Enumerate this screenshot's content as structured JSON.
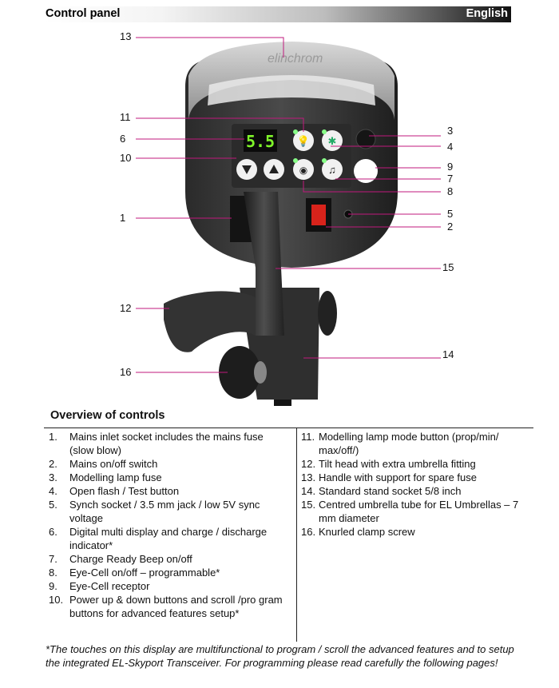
{
  "header": {
    "title": "Control panel",
    "language": "English"
  },
  "display": {
    "digits": "5.5",
    "brand": "elinchrom"
  },
  "callouts": [
    "13",
    "11",
    "6",
    "10",
    "1",
    "12",
    "16",
    "3",
    "4",
    "9",
    "7",
    "8",
    "5",
    "2",
    "15",
    "14"
  ],
  "overview_title": "Overview of controls",
  "left_items": [
    {
      "num": "1.",
      "text": "Mains inlet socket includes the mains fuse (slow blow)"
    },
    {
      "num": "2.",
      "text": "Mains on/off switch"
    },
    {
      "num": "3.",
      "text": "Modelling lamp fuse"
    },
    {
      "num": "4.",
      "text": "Open flash / Test button"
    },
    {
      "num": "5.",
      "text": "Synch socket / 3.5 mm jack / low 5V sync voltage"
    },
    {
      "num": "6.",
      "text": "Digital multi display and charge / discharge indicator*"
    },
    {
      "num": "7.",
      "text": "Charge Ready Beep on/off"
    },
    {
      "num": "8.",
      "text": "Eye-Cell on/off – programmable*"
    },
    {
      "num": "9.",
      "text": "Eye-Cell receptor"
    },
    {
      "num": "10.",
      "text": "Power up & down buttons and scroll /pro gram buttons for advanced features setup*"
    }
  ],
  "right_items": [
    {
      "num": "11.",
      "text": "Modelling lamp mode button (prop/min/ max/off/)"
    },
    {
      "num": "12.",
      "text": "Tilt head with extra umbrella fitting"
    },
    {
      "num": "13.",
      "text": "Handle with support for spare fuse"
    },
    {
      "num": "14.",
      "text": "Standard stand socket 5/8 inch"
    },
    {
      "num": "15.",
      "text": "Centred umbrella tube for EL Umbrellas – 7 mm diameter"
    },
    {
      "num": "16.",
      "text": "Knurled clamp screw"
    }
  ],
  "footnote": "*The touches on this display are multifunctional to program / scroll the advanced features and to setup the integrated EL-Skyport Transceiver. For programming please read carefully the following pages!",
  "colors": {
    "callout_line": "#c0187c",
    "display_digits": "#7ff52a",
    "header_dark": "#111111"
  }
}
